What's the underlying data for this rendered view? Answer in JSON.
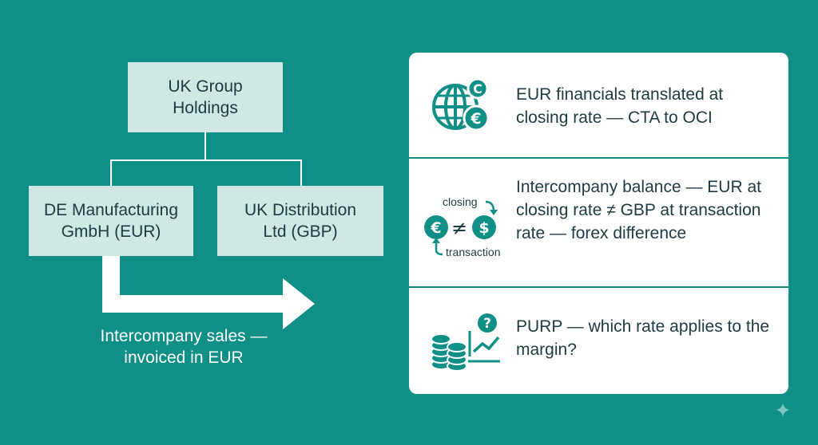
{
  "org": {
    "parent": "UK Group Holdings",
    "sub_de": "DE Manufacturing GmbH (EUR)",
    "sub_uk": "UK Distribution Ltd (GBP)"
  },
  "flow": {
    "label": "Intercompany sales — invoiced in EUR"
  },
  "issues": [
    {
      "icon": "globe-currency-icon",
      "text": "EUR financials translated at closing rate — CTA to OCI"
    },
    {
      "icon": "exchange-rate-icon",
      "text": "Intercompany balance — EUR at closing rate ≠ GBP at transaction rate — forex difference",
      "icon_labels": {
        "top": "closing",
        "bottom": "transaction"
      }
    },
    {
      "icon": "coins-question-icon",
      "text": "PURP — which rate applies to the margin?"
    }
  ],
  "colors": {
    "background": "#0f8f86",
    "box": "#cfe8e4",
    "icon": "#0f8f86",
    "text": "#1f3a40"
  }
}
